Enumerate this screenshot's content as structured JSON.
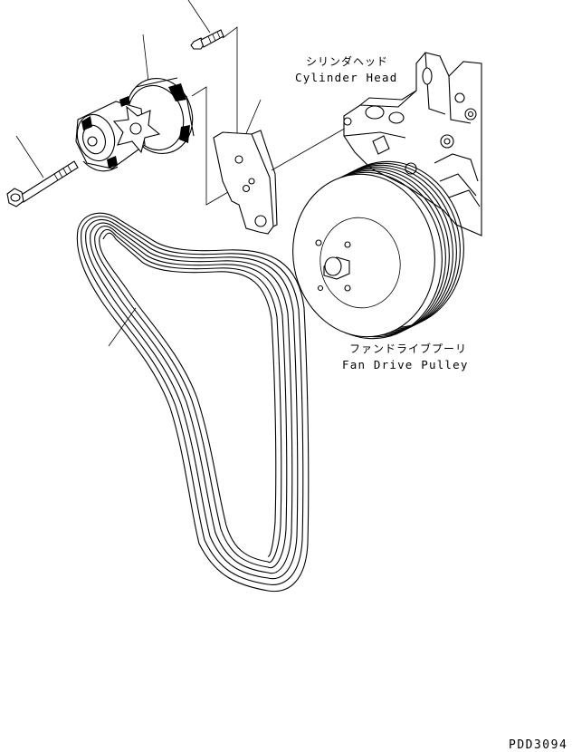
{
  "labels": {
    "cylinder_head_jp": "シリンダヘッド",
    "cylinder_head_en": "Cylinder Head",
    "fan_drive_pulley_jp": "ファンドライブプーリ",
    "fan_drive_pulley_en": "Fan Drive Pulley"
  },
  "drawing_code": "PDD3094"
}
